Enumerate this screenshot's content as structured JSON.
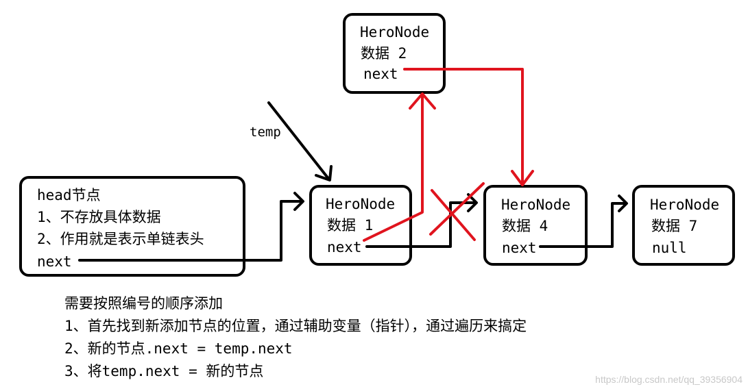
{
  "head_node": {
    "title": "head节点",
    "line1": "1、不存放具体数据",
    "line2": "2、作用就是表示单链表头",
    "next": "next"
  },
  "node1": {
    "title": "HeroNode",
    "data": "数据 1",
    "next": "next"
  },
  "node2": {
    "title": "HeroNode",
    "data": "数据 2",
    "next": "next"
  },
  "node4": {
    "title": "HeroNode",
    "data": "数据 4",
    "next": "next"
  },
  "node7": {
    "title": "HeroNode",
    "data": "数据 7",
    "next": "null"
  },
  "temp_label": "temp",
  "notes": {
    "title": "需要按照编号的顺序添加",
    "step1": "1、首先找到新添加节点的位置，通过辅助变量（指针），通过遍历来搞定",
    "step2": "2、新的节点.next = temp.next",
    "step3": "3、将temp.next = 新的节点"
  },
  "watermark": "https://blog.csdn.net/qq_39356904",
  "colors": {
    "black": "#000000",
    "red": "#e0141e",
    "background": "#ffffff"
  }
}
